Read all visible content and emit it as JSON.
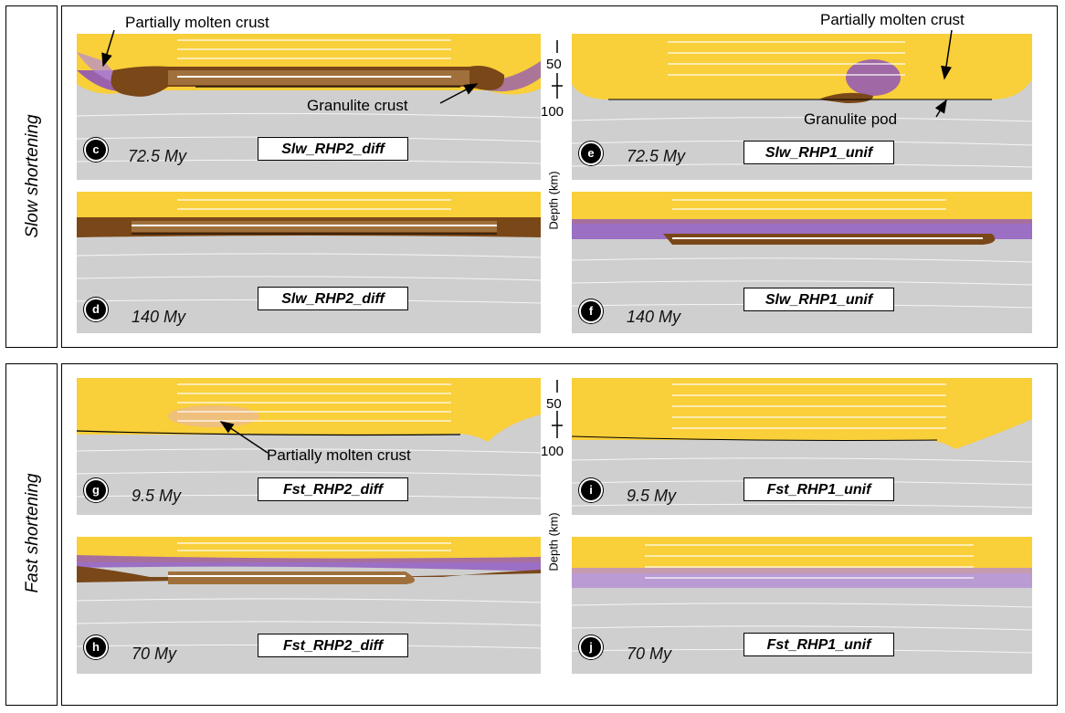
{
  "groups": [
    {
      "label": "Slow shortening"
    },
    {
      "label": "Fast shortening"
    }
  ],
  "panels": [
    {
      "id": "c",
      "time": "72.5 My",
      "model": "Slw_RHP2_diff"
    },
    {
      "id": "e",
      "time": "72.5 My",
      "model": "Slw_RHP1_unif"
    },
    {
      "id": "d",
      "time": "140 My",
      "model": "Slw_RHP2_diff"
    },
    {
      "id": "f",
      "time": "140 My",
      "model": "Slw_RHP1_unif"
    },
    {
      "id": "g",
      "time": "9.5 My",
      "model": "Fst_RHP2_diff"
    },
    {
      "id": "i",
      "time": "9.5 My",
      "model": "Fst_RHP1_unif"
    },
    {
      "id": "h",
      "time": "70 My",
      "model": "Fst_RHP2_diff"
    },
    {
      "id": "j",
      "time": "70 My",
      "model": "Fst_RHP1_unif"
    }
  ],
  "annotations": {
    "molten_c": "Partially molten crust",
    "granulite_c": "Granulite crust",
    "molten_e": "Partially molten crust",
    "pod_e": "Granulite pod",
    "molten_g": "Partially molten crust"
  },
  "depth_axis": {
    "label": "Depth (km)",
    "ticks": [
      "50",
      "100"
    ]
  },
  "colors": {
    "crust": "#f9cf3a",
    "mantle": "#cfcfcf",
    "granulite": "#7a4719",
    "molten": "#8a4fc0"
  }
}
